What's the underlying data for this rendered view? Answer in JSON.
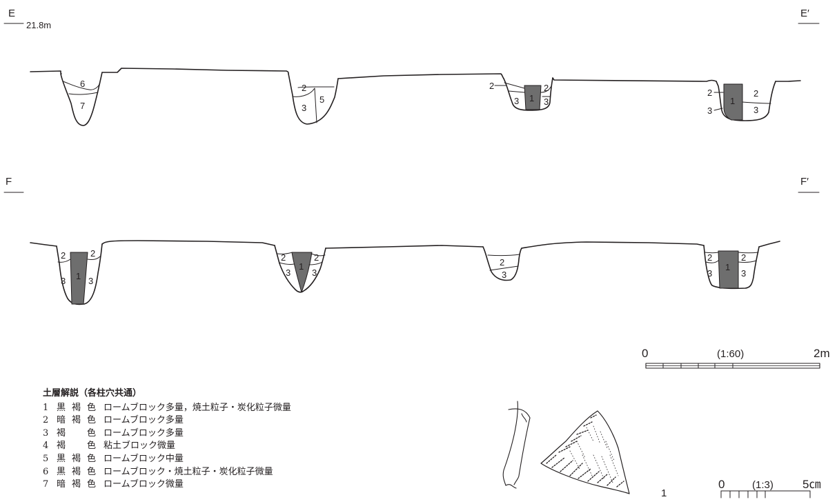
{
  "section_e": {
    "label_left": "E",
    "label_right": "E′",
    "elevation": "21.8m"
  },
  "section_f": {
    "label_left": "F",
    "label_right": "F′"
  },
  "layer_numbers": {
    "e1": [
      "6",
      "7"
    ],
    "e2": [
      "2",
      "5",
      "3"
    ],
    "e3": [
      "2",
      "3",
      "1",
      "2",
      "3"
    ],
    "e4": [
      "2",
      "3",
      "1",
      "2",
      "3"
    ],
    "f1": [
      "2",
      "2",
      "3",
      "1",
      "3"
    ],
    "f2": [
      "2",
      "2",
      "3",
      "1",
      "3"
    ],
    "f3": [
      "2",
      "3"
    ],
    "f4": [
      "2",
      "2",
      "3",
      "1",
      "3"
    ]
  },
  "legend": {
    "title": "土層解説（各柱穴共通）",
    "rows": [
      {
        "no": "1",
        "c1": "黒",
        "c2": "褐",
        "c3": "色",
        "desc": "ロームブロック多量，焼土粒子・炭化粒子微量"
      },
      {
        "no": "2",
        "c1": "暗",
        "c2": "褐",
        "c3": "色",
        "desc": "ロームブロック多量"
      },
      {
        "no": "3",
        "c1": "褐",
        "c2": "",
        "c3": "色",
        "desc": "ロームブロック多量"
      },
      {
        "no": "4",
        "c1": "褐",
        "c2": "",
        "c3": "色",
        "desc": "粘土ブロック微量"
      },
      {
        "no": "5",
        "c1": "黒",
        "c2": "褐",
        "c3": "色",
        "desc": "ロームブロック中量"
      },
      {
        "no": "6",
        "c1": "黒",
        "c2": "褐",
        "c3": "色",
        "desc": "ロームブロック・焼土粒子・炭化粒子微量"
      },
      {
        "no": "7",
        "c1": "暗",
        "c2": "褐",
        "c3": "色",
        "desc": "ロームブロック微量"
      }
    ]
  },
  "scale_large": {
    "zero": "0",
    "ratio": "(1:60)",
    "end": "2m"
  },
  "scale_small": {
    "zero": "0",
    "ratio": "(1:3)",
    "end": "5㎝"
  },
  "artifact": {
    "number": "1"
  },
  "colors": {
    "ink": "#231f20",
    "fill_layer1": "#6e6e6e"
  }
}
